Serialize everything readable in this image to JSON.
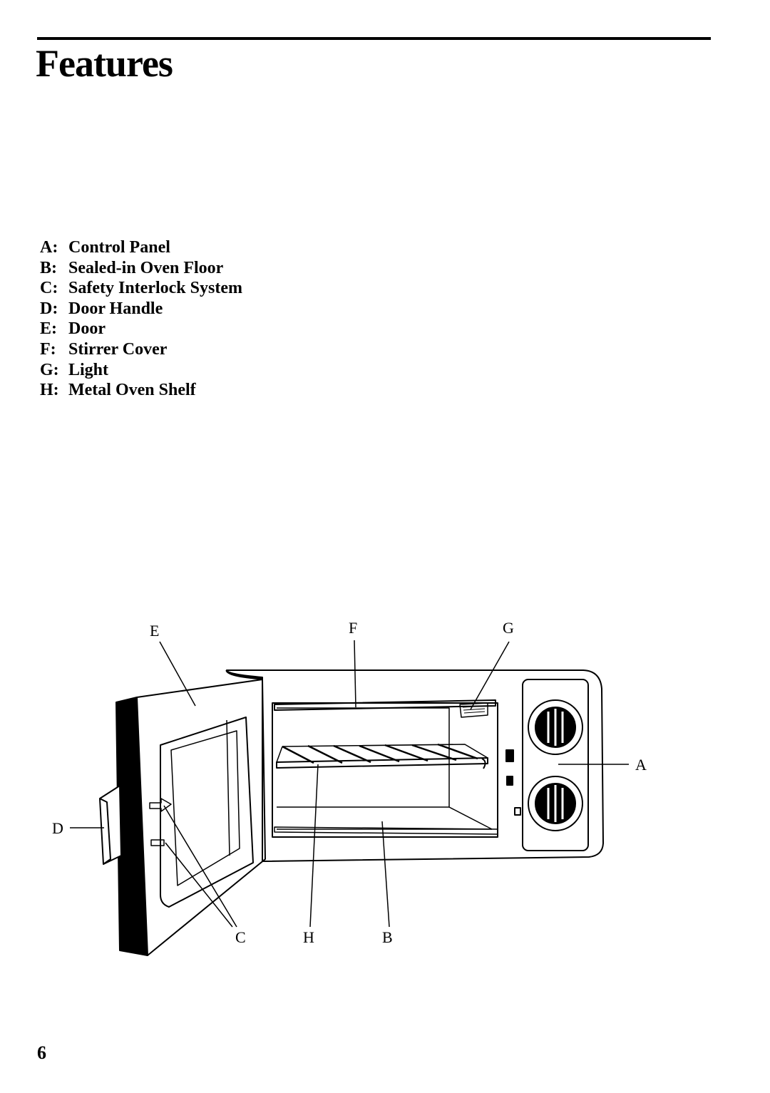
{
  "page": {
    "title": "Features",
    "page_number": "6"
  },
  "legend": [
    {
      "key": "A:",
      "label": "Control Panel"
    },
    {
      "key": "B:",
      "label": "Sealed-in Oven Floor"
    },
    {
      "key": "C:",
      "label": "Safety Interlock System"
    },
    {
      "key": "D:",
      "label": "Door Handle"
    },
    {
      "key": "E:",
      "label": "Door"
    },
    {
      "key": "F:",
      "label": "Stirrer Cover"
    },
    {
      "key": "G:",
      "label": "Light"
    },
    {
      "key": "H:",
      "label": "Metal Oven Shelf"
    }
  ],
  "diagram": {
    "callouts": {
      "a": "A",
      "b": "B",
      "c": "C",
      "d": "D",
      "e": "E",
      "f": "F",
      "g": "G",
      "h": "H"
    }
  }
}
